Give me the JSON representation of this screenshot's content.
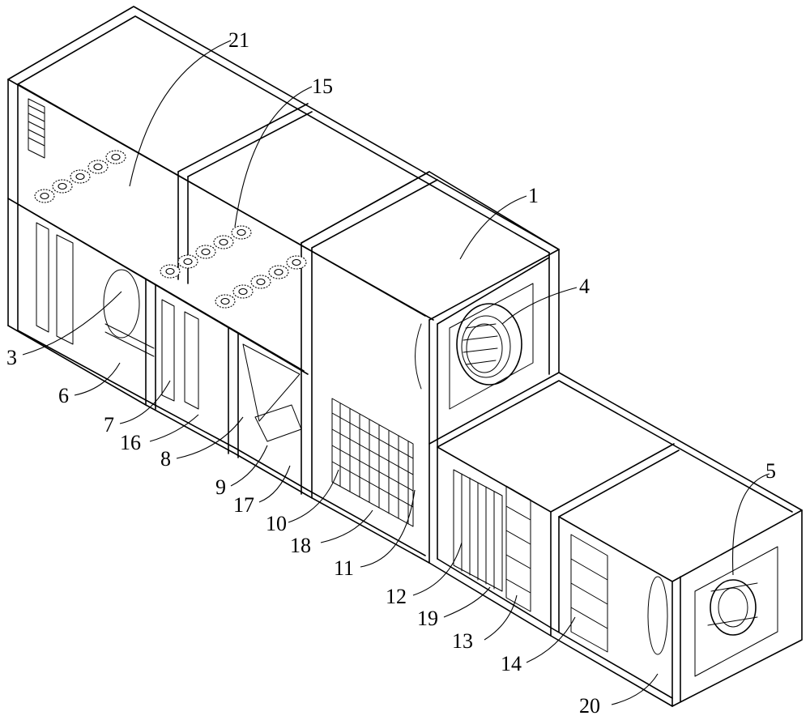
{
  "figure": {
    "labels": [
      "21",
      "15",
      "1",
      "4",
      "3",
      "6",
      "7",
      "16",
      "8",
      "9",
      "17",
      "10",
      "18",
      "11",
      "12",
      "19",
      "13",
      "14",
      "5",
      "20"
    ]
  },
  "colors": {
    "line": "#000000",
    "background": "#ffffff"
  }
}
